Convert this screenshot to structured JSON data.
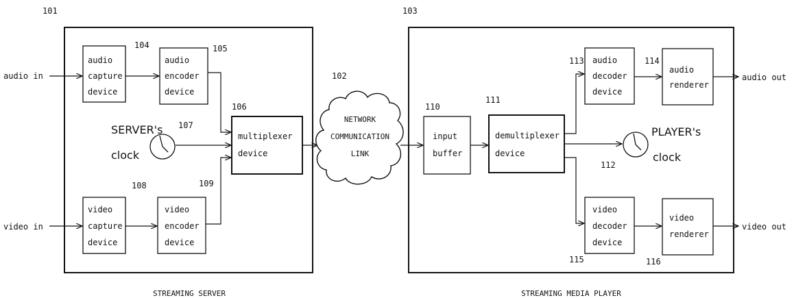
{
  "refs": {
    "r101": "101",
    "r102": "102",
    "r103": "103",
    "r104": "104",
    "r105": "105",
    "r106": "106",
    "r107": "107",
    "r108": "108",
    "r109": "109",
    "r110": "110",
    "r111": "111",
    "r112": "112",
    "r113": "113",
    "r114": "114",
    "r115": "115",
    "r116": "116"
  },
  "server": {
    "audio_in": "audio in",
    "video_in": "video in",
    "audio_capture": [
      "audio",
      "capture",
      "device"
    ],
    "audio_encoder": [
      "audio",
      "encoder",
      "device"
    ],
    "video_capture": [
      "video",
      "capture",
      "device"
    ],
    "video_encoder": [
      "video",
      "encoder",
      "device"
    ],
    "multiplexer": [
      "multiplexer",
      "device"
    ],
    "clock": [
      "SERVER's",
      "clock"
    ],
    "caption": "STREAMING SERVER"
  },
  "network": [
    "NETWORK",
    "COMMUNICATION",
    "LINK"
  ],
  "player": {
    "input_buffer": [
      "input",
      "buffer"
    ],
    "demultiplexer": [
      "demultiplexer",
      "device"
    ],
    "audio_decoder": [
      "audio",
      "decoder",
      "device"
    ],
    "audio_renderer": [
      "audio",
      "renderer"
    ],
    "video_decoder": [
      "video",
      "decoder",
      "device"
    ],
    "video_renderer": [
      "video",
      "renderer"
    ],
    "clock": [
      "PLAYER's",
      "clock"
    ],
    "audio_out": "audio out",
    "video_out": "video out",
    "caption": "STREAMING MEDIA PLAYER"
  }
}
